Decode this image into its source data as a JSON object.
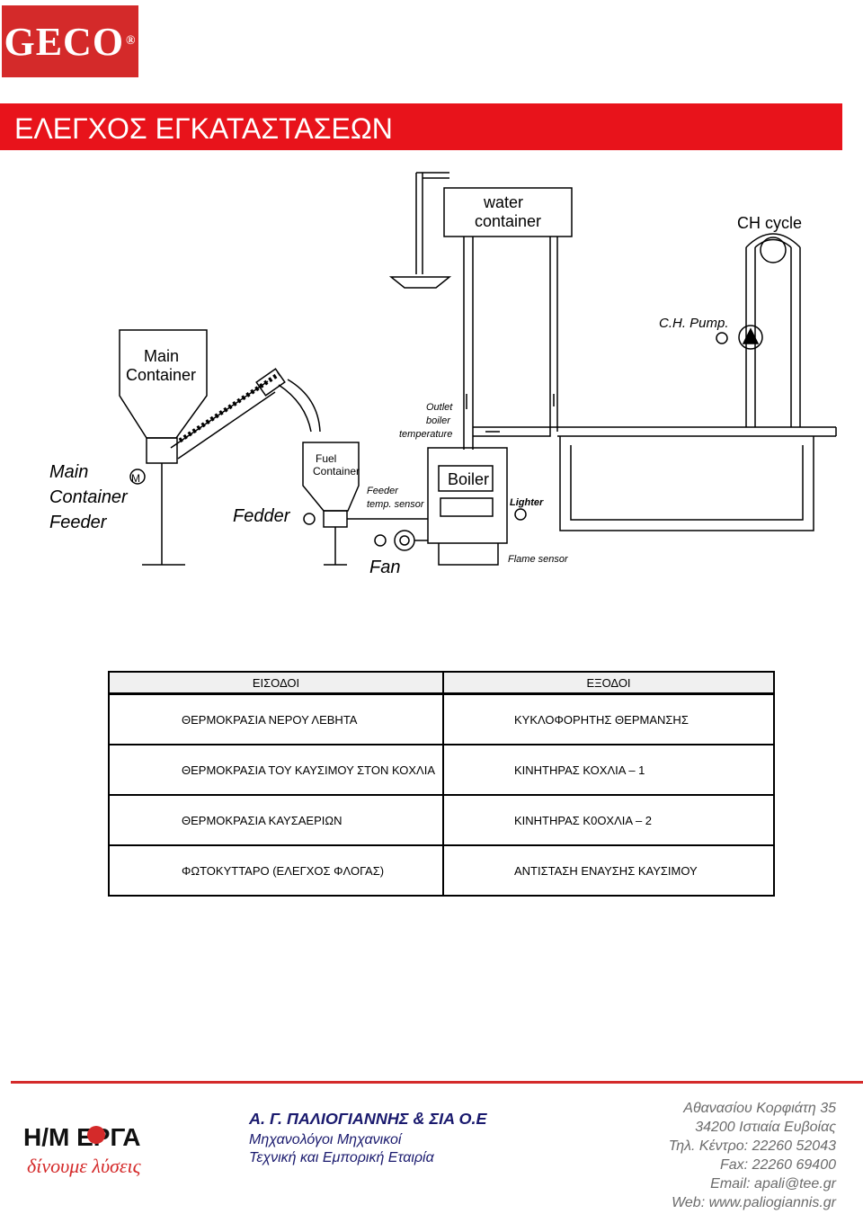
{
  "logo": {
    "text": "GECO",
    "mark": "®"
  },
  "banner": {
    "title": "ΕΛΕΓΧΟΣ ΕΓΚΑΤΑΣΤΑΣΕΩΝ"
  },
  "diagram": {
    "labels": {
      "water_container_1": "water",
      "water_container_2": "container",
      "ch_cycle": "CH cycle",
      "ch_pump": "C.H. Pump.",
      "main_container_1": "Main",
      "main_container_2": "Container",
      "outlet_1": "Outlet",
      "outlet_2": "boiler",
      "outlet_3": "temperature",
      "feeder_label_1": "Main",
      "feeder_label_2": "Container",
      "feeder_label_3": "Feeder",
      "fuel_container_1": "Fuel",
      "fuel_container_2": "Container",
      "feeder_sensor_1": "Feeder",
      "feeder_sensor_2": "temp. sensor",
      "boiler": "Boiler",
      "lighter": "Lighter",
      "fedder": "Fedder",
      "fan": "Fan",
      "flame_sensor": "Flame sensor",
      "motor": "M"
    }
  },
  "table": {
    "headers": [
      "ΕΙΣΟΔΟΙ",
      "ΕΞΟΔΟΙ"
    ],
    "rows": [
      [
        "ΘΕΡΜΟΚΡΑΣΙΑ ΝΕΡΟΥ ΛΕΒΗΤΑ",
        "ΚΥΚΛΟΦΟΡΗΤΗΣ ΘΕΡΜΑΝΣΗΣ"
      ],
      [
        "ΘΕΡΜΟΚΡΑΣΙΑ ΤΟΥ ΚΑΥΣΙΜΟΥ ΣΤΟΝ ΚΟΧΛΙΑ",
        "ΚΙΝΗΤΗΡΑΣ ΚΟΧΛΙΑ – 1"
      ],
      [
        "ΘΕΡΜΟΚΡΑΣΙΑ ΚΑΥΣΑΕΡΙΩΝ",
        "ΚΙΝΗΤΗΡΑΣ Κ0ΟΧΛΙΑ – 2"
      ],
      [
        "ΦΩΤΟΚΥΤΤΑΡΟ (ΕΛΕΓΧΟΣ ΦΛΟΓΑΣ)",
        "ΑΝΤΙΣΤΑΣΗ ΕΝΑΥΣΗΣ ΚΑΥΣΙΜΟΥ"
      ]
    ]
  },
  "footer": {
    "logo_top": "Η/Μ ΕΡΓΑ",
    "logo_bottom": "δίνουμε λύσεις",
    "company_name": "Α. Γ. ΠΑΛΙΟΓΙΑΝΝΗΣ & ΣΙΑ Ο.Ε",
    "company_line1": "Μηχανολόγοι Μηχανικοί",
    "company_line2": "Τεχνική και Εμπορική Εταιρία",
    "contact": [
      "Αθανασίου Κορφιάτη 35",
      "34200 Ιστιαία Ευβοίας",
      "Τηλ. Κέντρο: 22260 52043",
      "Fax: 22260 69400",
      "Email: apali@tee.gr",
      "Web: www.paliogiannis.gr"
    ]
  }
}
